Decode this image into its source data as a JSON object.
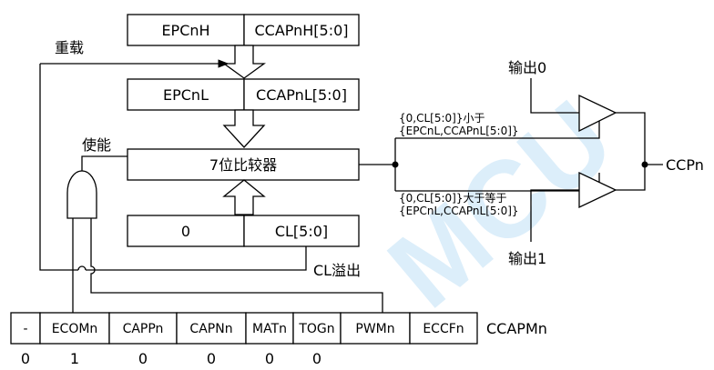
{
  "watermark": "MCU",
  "registers": {
    "epcnh": "EPCnH",
    "ccapnh": "CCAPnH[5:0]",
    "epcnl": "EPCnL",
    "ccapnl": "CCAPnL[5:0]",
    "zero": "0",
    "cl": "CL[5:0]"
  },
  "comparator": "7位比较器",
  "labels": {
    "reload": "重载",
    "enable": "使能",
    "cl_overflow": "CL溢出",
    "output0": "输出0",
    "output1": "输出1",
    "ccpn": "CCPn",
    "cond_less_1": "{0,CL[5:0]}小于",
    "cond_less_2": "{EPCnL,CCAPnL[5:0]}",
    "cond_ge_1": "{0,CL[5:0]}大于等于",
    "cond_ge_2": "{EPCnL,CCAPnL[5:0]}"
  },
  "ccapm": {
    "name": "CCAPMn",
    "bits": [
      "-",
      "ECOMn",
      "CAPPn",
      "CAPNn",
      "MATn",
      "TOGn",
      "PWMn",
      "ECCFn"
    ],
    "values": [
      "0",
      "1",
      "0",
      "0",
      "0",
      "0"
    ]
  }
}
